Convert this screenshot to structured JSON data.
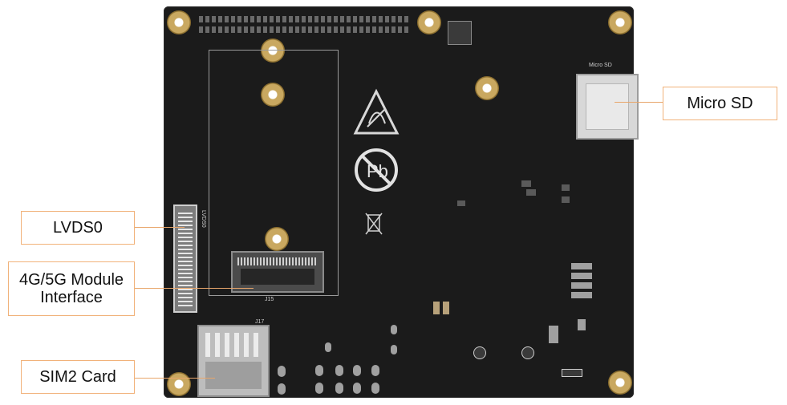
{
  "labels": {
    "micro_sd": "Micro SD",
    "lvds0": "LVDS0",
    "module_line1": "4G/5G Module",
    "module_line2": "Interface",
    "sim2": "SIM2 Card"
  },
  "silkscreen": {
    "micro_sd": "Micro SD",
    "lvds0": "LVDS0",
    "j15": "J15",
    "j17": "J17"
  },
  "colors": {
    "board": "#1b1b1b",
    "callout_border": "#f1b27a",
    "leader_line": "#e8a66b",
    "mount_hole": "#c9a860"
  },
  "icons": [
    "esd-warning-icon",
    "lead-free-icon",
    "weee-bin-icon"
  ]
}
